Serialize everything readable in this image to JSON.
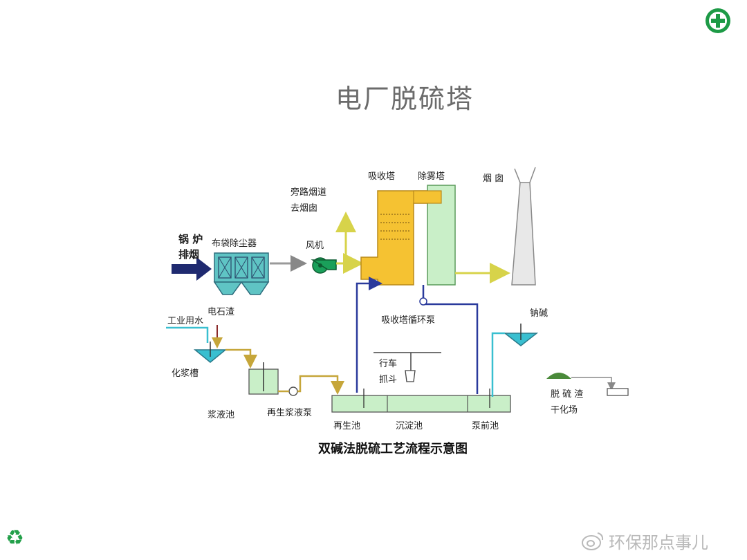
{
  "slide": {
    "title": "电厂脱硫塔"
  },
  "diagram": {
    "caption": "双碱法脱硫工艺流程示意图",
    "labels": {
      "boiler_exhaust_1": "锅 炉",
      "boiler_exhaust_2": "排烟",
      "bag_filter": "布袋除尘器",
      "fan": "风机",
      "bypass_1": "旁路烟道",
      "bypass_2": "去烟囱",
      "absorber": "吸收塔",
      "demister": "除雾塔",
      "chimney": "烟 囱",
      "carbide_slag": "电石渣",
      "industrial_water": "工业用水",
      "slurry_tank": "化浆槽",
      "slurry_pool": "浆液池",
      "regen_pump": "再生浆液泵",
      "absorber_pump": "吸收塔循环泵",
      "crane_1": "行车",
      "crane_2": "抓斗",
      "sodium": "钠碱",
      "regen_pool": "再生池",
      "settling_pool": "沉淀池",
      "pump_front_pool": "泵前池",
      "gypsum_1": "脱 硫 渣",
      "gypsum_2": "干化场"
    }
  },
  "watermark": {
    "text": "环保那点事儿"
  },
  "colors": {
    "filter_fill": "#5fc4c4",
    "absorber_fill": "#f5c232",
    "demister_fill": "#c9efc8",
    "fan_fill": "#1aa05a",
    "pipe_yellow": "#d7d34a",
    "pipe_blue": "#2a3a9c",
    "water_cyan": "#39bfd0"
  }
}
